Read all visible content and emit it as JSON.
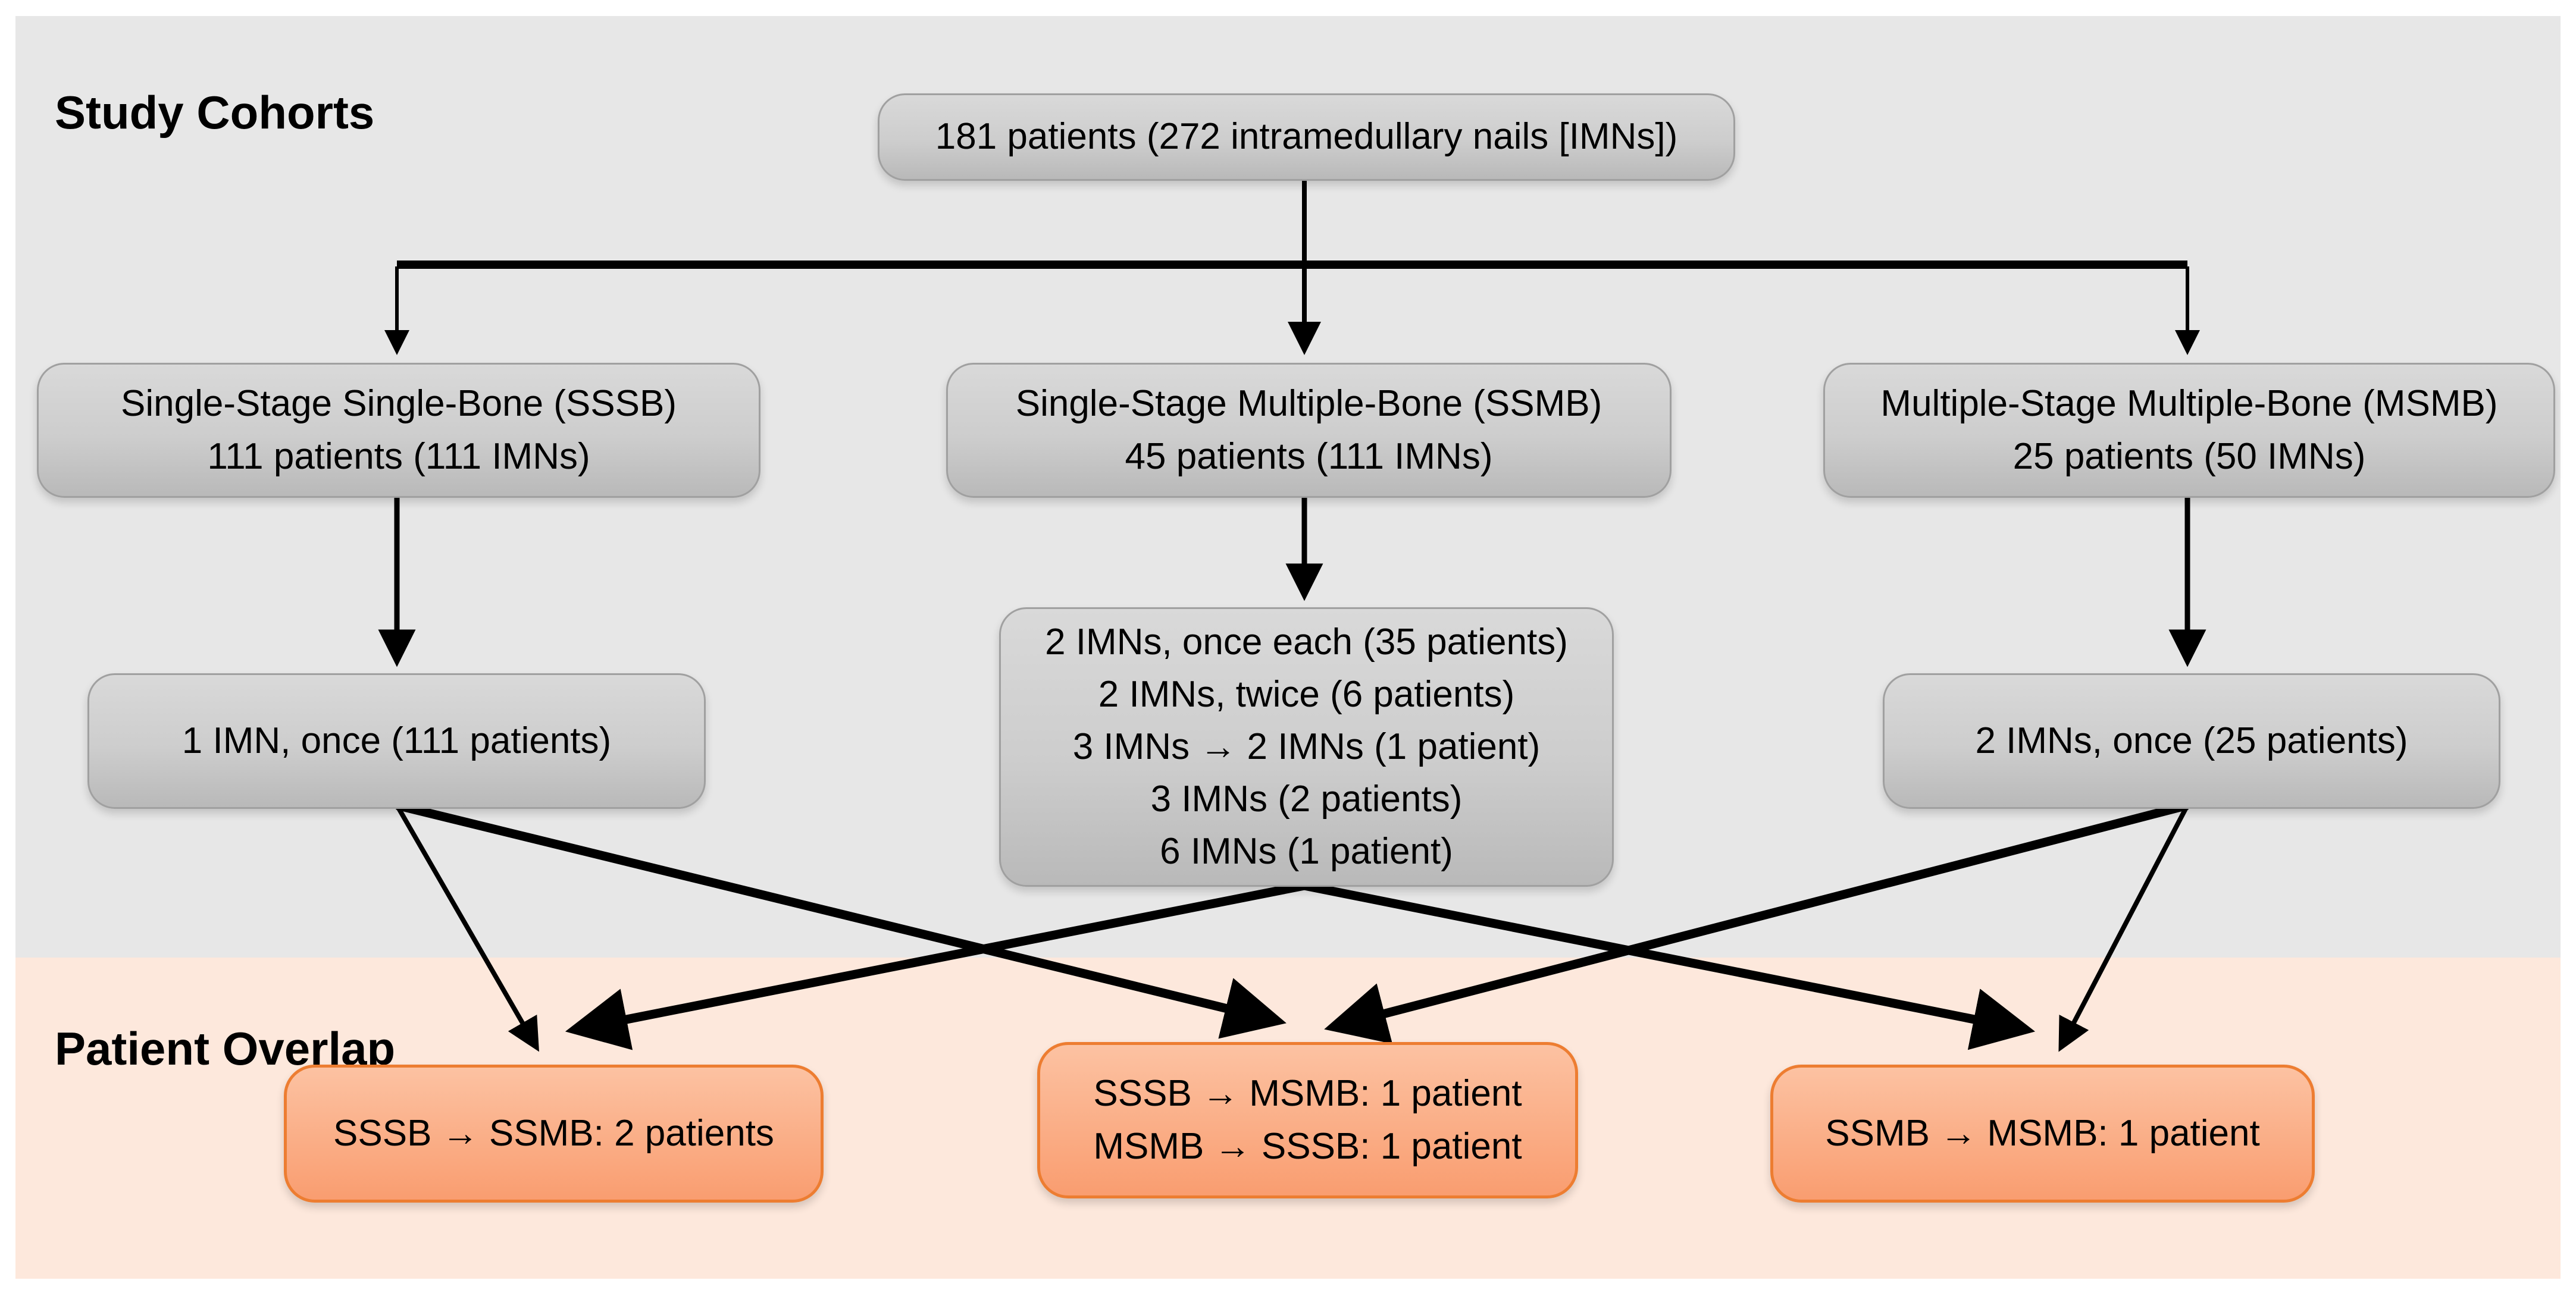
{
  "titles": {
    "top_section": "Study Cohorts",
    "bottom_section": "Patient Overlap"
  },
  "root_box": {
    "label": "181 patients (272 intramedullary nails [IMNs])"
  },
  "cohorts": [
    {
      "id": "sssb",
      "name_line": "Single-Stage Single-Bone (SSSB)",
      "count_line": "111 patients (111 IMNs)",
      "detail_lines": [
        "1 IMN, once (111 patients)"
      ]
    },
    {
      "id": "ssmb",
      "name_line": "Single-Stage Multiple-Bone (SSMB)",
      "count_line": "45 patients (111 IMNs)",
      "detail_lines": [
        "2 IMNs, once each (35 patients)",
        "2 IMNs, twice (6 patients)",
        "3 IMNs → 2 IMNs (1 patient)",
        "3 IMNs (2 patients)",
        "6 IMNs (1 patient)"
      ]
    },
    {
      "id": "msmb",
      "name_line": "Multiple-Stage Multiple-Bone (MSMB)",
      "count_line": "25 patients (50 IMNs)",
      "detail_lines": [
        "2 IMNs, once (25 patients)"
      ]
    }
  ],
  "overlaps": [
    {
      "lines": [
        "SSSB → SSMB: 2 patients"
      ]
    },
    {
      "lines": [
        "SSSB → MSMB: 1 patient",
        "MSMB → SSSB: 1 patient"
      ]
    },
    {
      "lines": [
        "SSMB → MSMB: 1 patient"
      ]
    }
  ],
  "colors": {
    "section_cohorts_bg": "#e7e7e7",
    "section_overlap_bg": "#fde8dc",
    "gray_box_top": "#d9d9d9",
    "gray_box_bottom": "#b9b9b9",
    "gray_box_border": "#a0a0a0",
    "orange_box_top": "#fcc2a2",
    "orange_box_bottom": "#f99d70",
    "orange_box_border": "#ed7d31",
    "arrow_color": "#000000",
    "text_color": "#000000"
  }
}
